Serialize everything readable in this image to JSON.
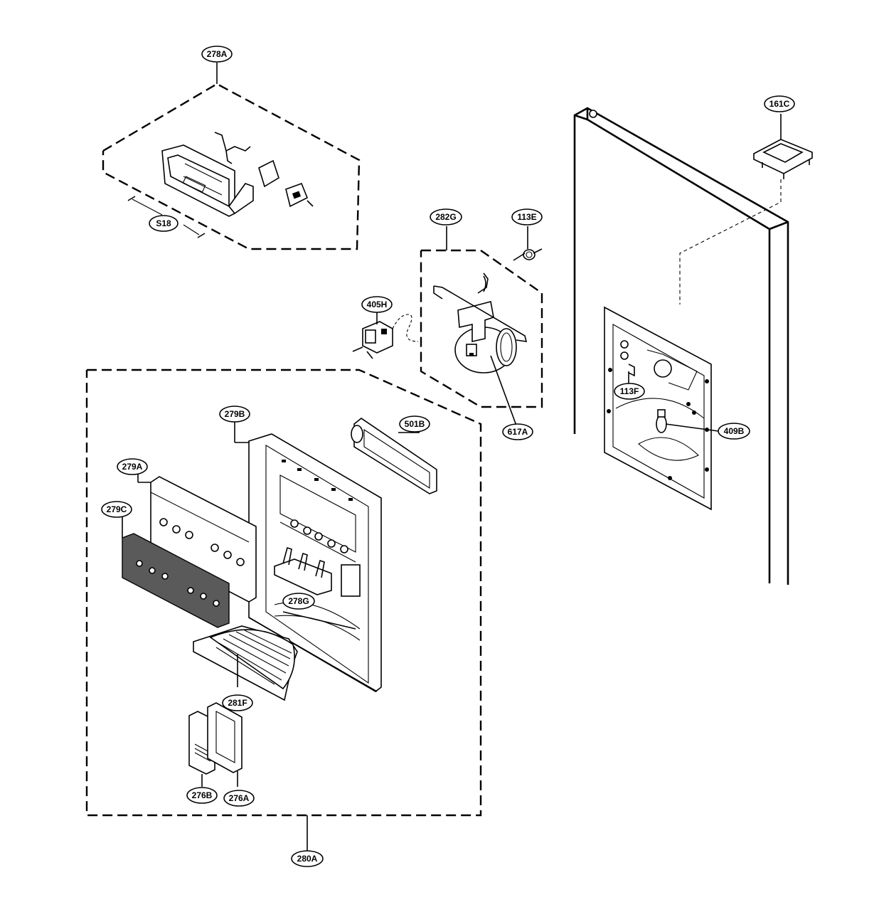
{
  "diagram": {
    "labels": {
      "l278A": "278A",
      "lS18": "S18",
      "l161C": "161C",
      "l282G": "282G",
      "l113E": "113E",
      "l405H": "405H",
      "l617A": "617A",
      "l113F": "113F",
      "l409B": "409B",
      "l279B": "279B",
      "l501B": "501B",
      "l279A": "279A",
      "l279C": "279C",
      "l278G": "278G",
      "l281F": "281F",
      "l276B": "276B",
      "l276A": "276A",
      "l280A": "280A"
    }
  }
}
